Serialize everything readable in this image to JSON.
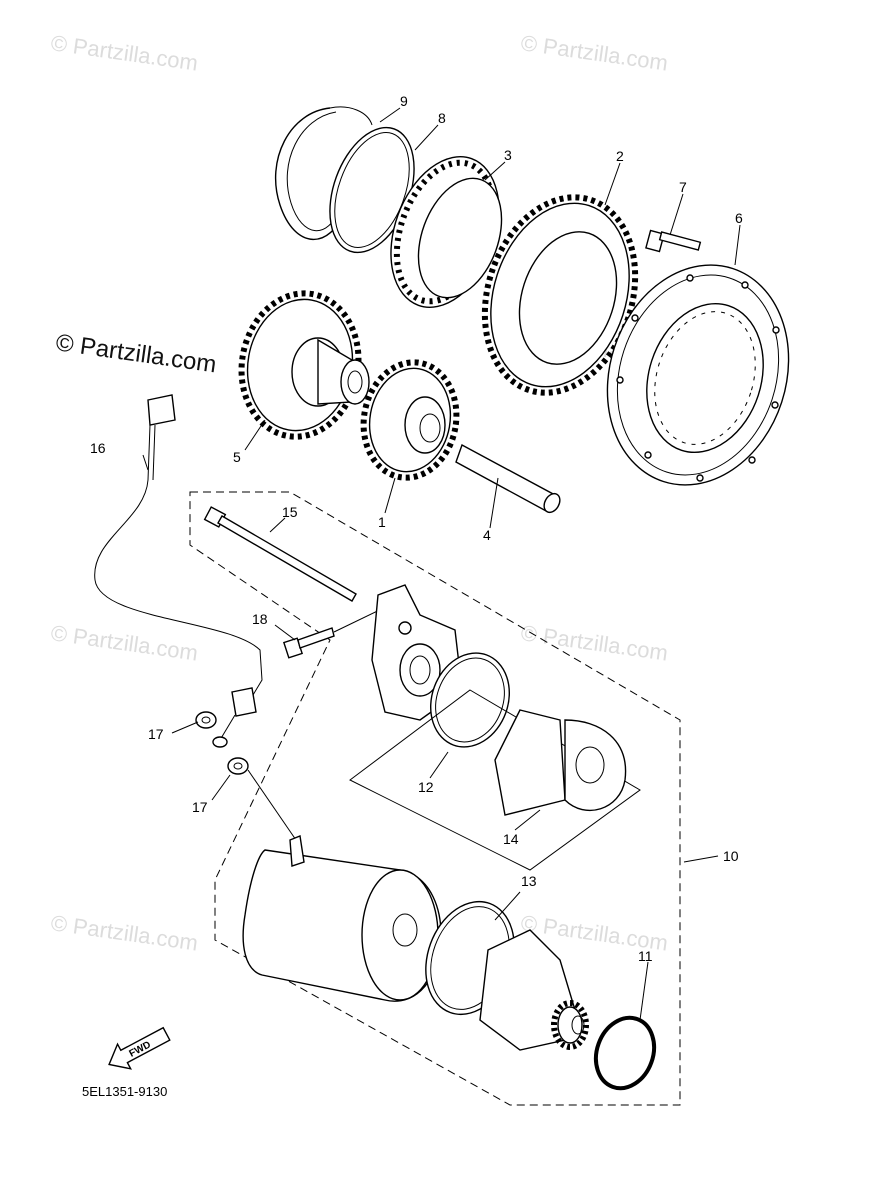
{
  "watermarks": {
    "small": "© Partzilla.com",
    "large": "© Partzilla.com"
  },
  "part_labels": {
    "p1": "1",
    "p2": "2",
    "p3": "3",
    "p4": "4",
    "p5": "5",
    "p6": "6",
    "p7": "7",
    "p8": "8",
    "p9": "9",
    "p10": "10",
    "p11": "11",
    "p12": "12",
    "p13": "13",
    "p14": "14",
    "p15": "15",
    "p16": "16",
    "p17a": "17",
    "p17b": "17",
    "p18": "18"
  },
  "fwd_arrow": "FWD",
  "diagram_code": "5EL1351-9130"
}
